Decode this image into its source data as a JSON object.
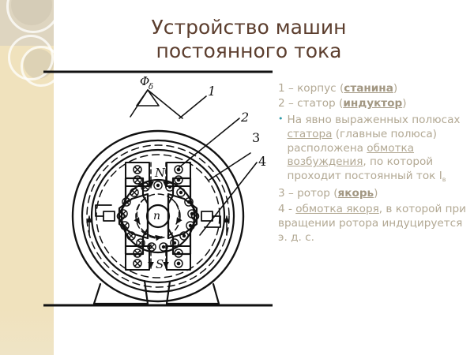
{
  "slide": {
    "title_line1": "Устройство машин",
    "title_line2": "постоянного тока",
    "title_color": "#5c3e2e",
    "background_color": "#ffffff",
    "sidebar_color": "#f0e2bd",
    "bullet_color": "#2f9aa8",
    "body_text_color": "#b2a893"
  },
  "legend": {
    "item1": {
      "prefix": "1 – корпус (",
      "term": "станина",
      "suffix": ")"
    },
    "item2": {
      "prefix": "2 – статор (",
      "term": "индуктор",
      "suffix": ")"
    },
    "bullet_item": {
      "bullet": "•",
      "seg1": "На явно выраженных полюсах ",
      "term1": "статора",
      "seg2": " (главные полюса) расположена ",
      "term2": "обмотка возбуждения",
      "seg3": ", по которой проходит постоянный ток I",
      "sub": "в"
    },
    "item3": {
      "prefix": "3 – ротор (",
      "term": "якорь",
      "suffix": ")"
    },
    "item4": {
      "prefix": "4 - ",
      "term": "обмотка якоря",
      "suffix": ", в которой при вращении ротора индуцируется э. д. с."
    }
  },
  "diagram": {
    "type": "dc-machine-cross-section",
    "flux_label": "Φ",
    "flux_subscript": "δ",
    "pole_north": "N",
    "pole_south": "S",
    "rotation_label": "n",
    "callouts": [
      "1",
      "2",
      "3",
      "4"
    ],
    "stroke_color": "#111111"
  }
}
